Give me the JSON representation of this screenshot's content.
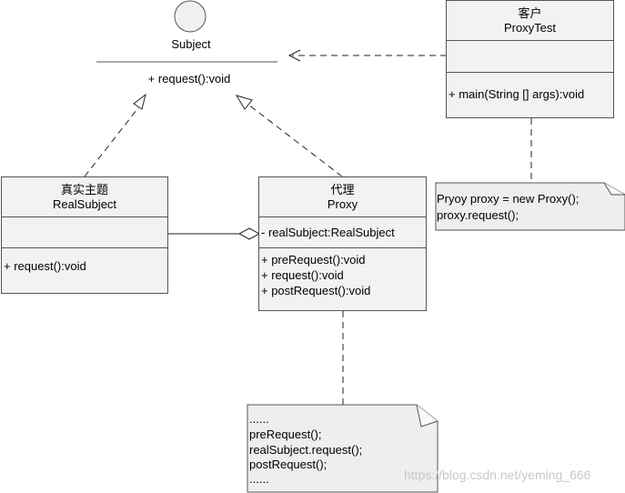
{
  "subject": {
    "name": "Subject",
    "operation": "+ request():void"
  },
  "client": {
    "stereotype": "客户",
    "name": "ProxyTest",
    "operation": "+ main(String [] args):void"
  },
  "client_note": {
    "lines": [
      "Pryoy proxy = new Proxy();",
      "proxy.request();"
    ]
  },
  "real_subject": {
    "stereotype": "真实主题",
    "name": "RealSubject",
    "operation": "+ request():void"
  },
  "proxy": {
    "stereotype": "代理",
    "name": "Proxy",
    "attribute": "- realSubject:RealSubject",
    "operations": [
      "+ preRequest():void",
      "+ request():void",
      "+ postRequest():void"
    ]
  },
  "proxy_note": {
    "lines": [
      "......",
      "preRequest();",
      "realSubject.request();",
      "postRequest();",
      "......"
    ]
  },
  "watermark": "https://blog.csdn.net/yeming_666",
  "colors": {
    "box_fill": "#f2f2f2",
    "border": "#555555",
    "line": "#222222"
  }
}
